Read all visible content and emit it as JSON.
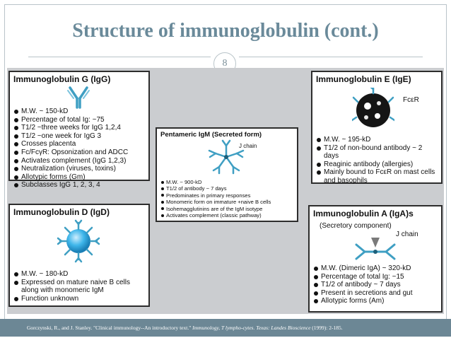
{
  "slide": {
    "title": "Structure of immunoglobulin (cont.)",
    "page_number": "8"
  },
  "boxes": {
    "igg": {
      "title": "Immunoglobulin G (IgG)",
      "facts": [
        "M.W. ~ 150-kD",
        "Percentage of total Ig: ~75",
        "T1/2 ~three weeks for IgG 1,2,4",
        "T1/2 ~one week for IgG 3",
        "Crosses placenta",
        "Fc/FcγR:  Opsonization and ADCC",
        "Activates complement (IgG 1,2,3)",
        "Neutralization (viruses, toxins)",
        "Allotypic forms (Gm)",
        "Subclasses IgG 1, 2, 3, 4"
      ]
    },
    "igm": {
      "title": "Pentameric IgM (Secreted form)",
      "j_chain_label": "J chain",
      "facts": [
        "M.W. ~ 900-kD",
        "T1/2 of antibody ~ 7 days",
        "Predominates in primary responses",
        "Monomeric form on immature +naive B cells",
        "Isohemagglutinins are of the IgM isotype",
        "Activates complement (classic pathway)"
      ]
    },
    "ige": {
      "title": "Immunoglobulin E  (IgE)",
      "receptor_label": "FcεR",
      "facts": [
        "M.W. ~ 195-kD",
        "T1/2 of non-bound antibody ~ 2 days",
        "Reaginic antibody (allergies)",
        "Mainly bound to FcεR on mast cells and basophils"
      ]
    },
    "igd": {
      "title": "Immunoglobulin D (IgD)",
      "facts": [
        "M.W. ~ 180-kD",
        "Expressed on mature naive B cells along with monomeric IgM",
        "Function unknown"
      ]
    },
    "iga": {
      "title": "Immunoglobulin A (IgA)s",
      "secretory_label": "(Secretory component)",
      "j_chain_label": "J chain",
      "facts": [
        "M.W. (Dimeric IgA) ~ 320-kD",
        "Percentage of total Ig: ~15",
        "T1/2 of antibody ~ 7 days",
        "Present in secretions and gut",
        "Allotypic forms (Am)"
      ]
    }
  },
  "citation": {
    "plain": "Gorczynski, R., and J. Stanley. \"Clinical immunology--An introductory text.\" ",
    "italic": "Immunology, T lympho-cytes. Texas: Landes Bioscience",
    "tail": " (1999): 2-185."
  },
  "colors": {
    "title": "#6a8a9a",
    "antibody": "#3f9fc3",
    "footer": "#6c8795",
    "panel": "#cbcdd0"
  }
}
